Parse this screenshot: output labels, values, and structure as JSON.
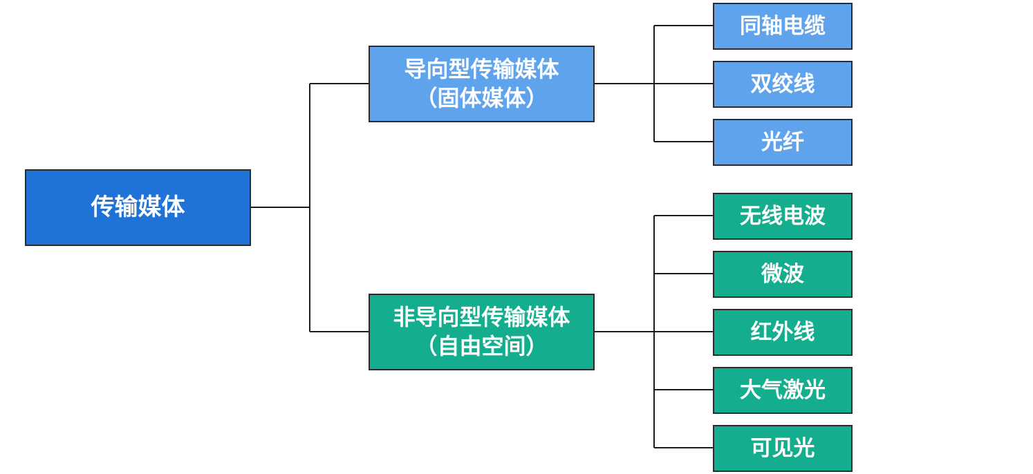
{
  "root": {
    "label": "传输媒体"
  },
  "guided": {
    "label_line1": "导向型传输媒体",
    "label_line2": "（固体媒体）",
    "color": "#5fa3ec",
    "children": [
      "同轴电缆",
      "双绞线",
      "光纤"
    ]
  },
  "unguided": {
    "label_line1": "非导向型传输媒体",
    "label_line2": "（自由空间）",
    "color": "#14ad8d",
    "children": [
      "无线电波",
      "微波",
      "红外线",
      "大气激光",
      "可见光"
    ]
  },
  "colors": {
    "root": "#1f72d6",
    "border": "#2b2b2b",
    "connector": "#1a1a1a",
    "text": "#ffffff"
  }
}
